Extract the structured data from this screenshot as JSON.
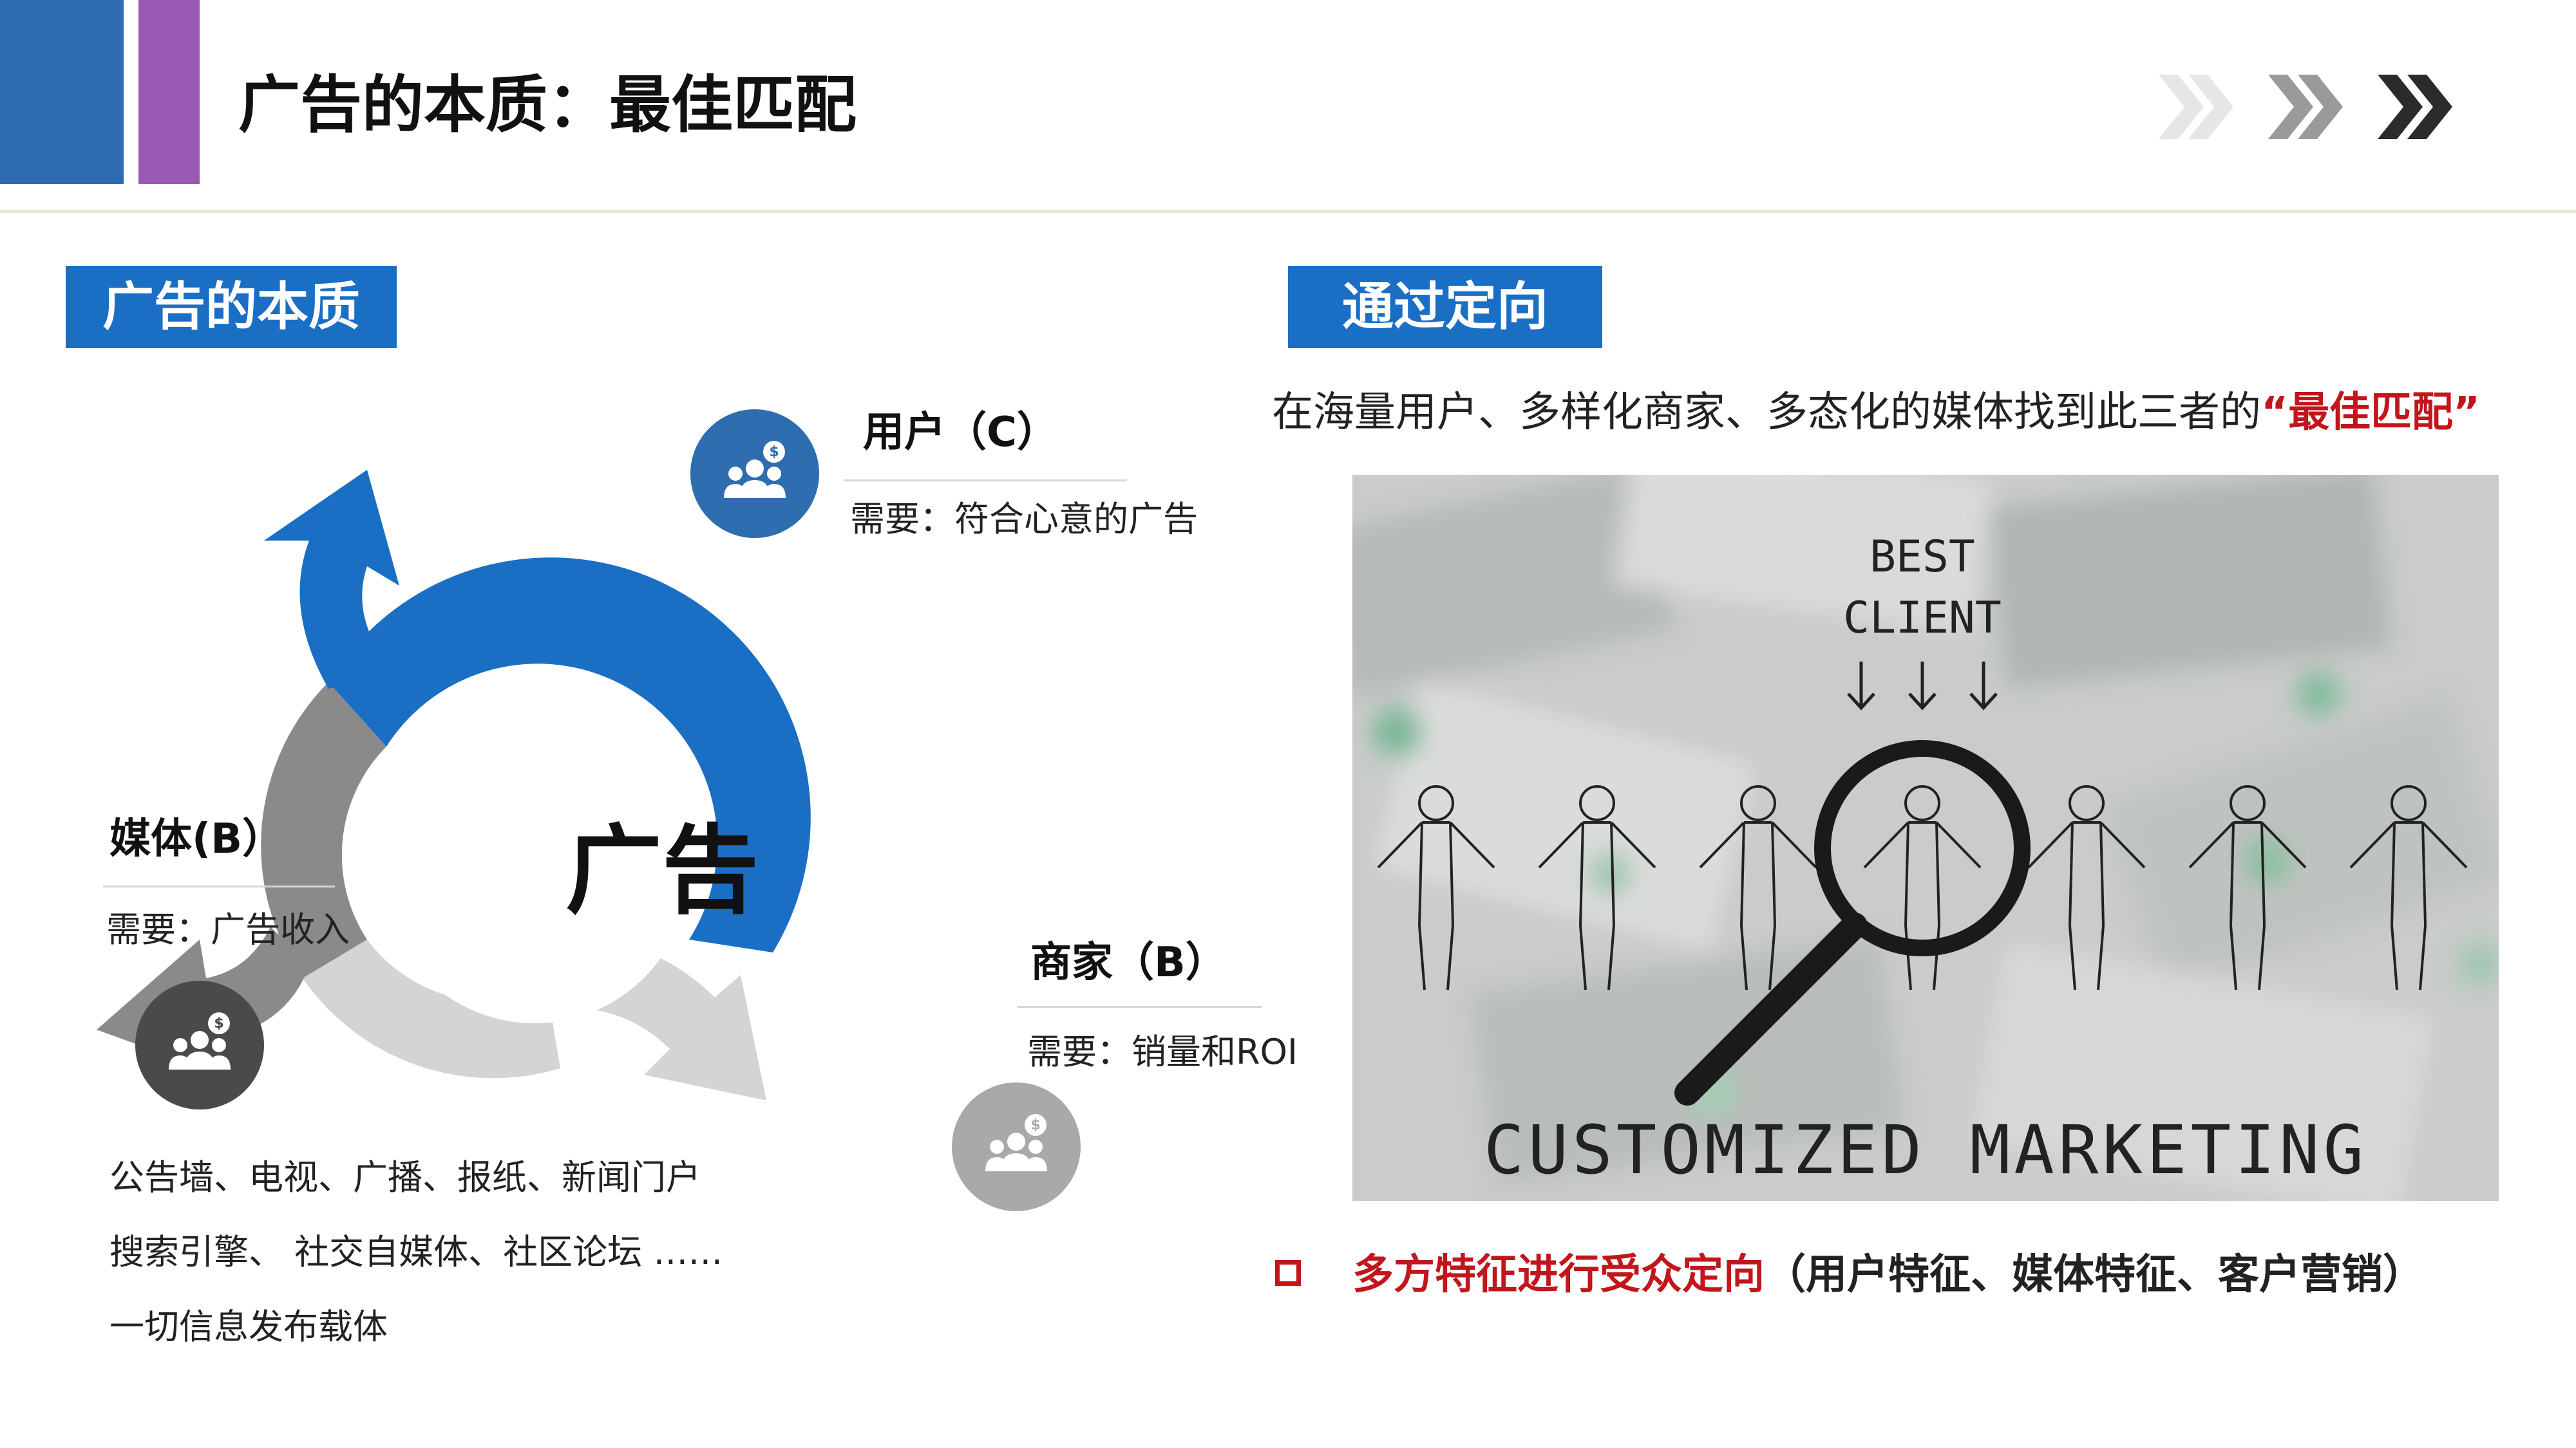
{
  "header": {
    "title": "广告的本质：最佳匹配",
    "nav_icon": "triple-chevron-right-icon"
  },
  "left": {
    "section_label": "广告的本质",
    "center_label": "广告",
    "user": {
      "title": "用户（C）",
      "need": "需要：符合心意的广告",
      "icon": "users-dollar-icon"
    },
    "media": {
      "title": "媒体(B）",
      "need": "需要：广告收入",
      "icon": "users-dollar-icon"
    },
    "merchant": {
      "title": "商家（B）",
      "need": "需要：销量和ROI",
      "icon": "users-dollar-icon"
    },
    "media_examples": [
      "公告墙、电视、广播、报纸、新闻门户",
      "搜索引擎、 社交自媒体、社区论坛 ……",
      "一切信息发布载体"
    ]
  },
  "right": {
    "section_label": "通过定向",
    "intro_text": "在海量用户、多样化商家、多态化的媒体找到此三者的",
    "intro_highlight": "“最佳匹配”",
    "image": {
      "top_text_line1": "BEST",
      "top_text_line2": "CLIENT",
      "bottom_text": "CUSTOMIZED MARKETING"
    },
    "bullet_red": "多方特征进行受众定向",
    "bullet_dark": "（用户特征、媒体特征、客户营销）"
  },
  "colors": {
    "brand_blue": "#1a6fc4",
    "accent_purple": "#9b59b6",
    "highlight_red": "#c0161c",
    "arrow_gray_dark": "#8a8a8a",
    "arrow_gray_light": "#d4d4d4"
  }
}
